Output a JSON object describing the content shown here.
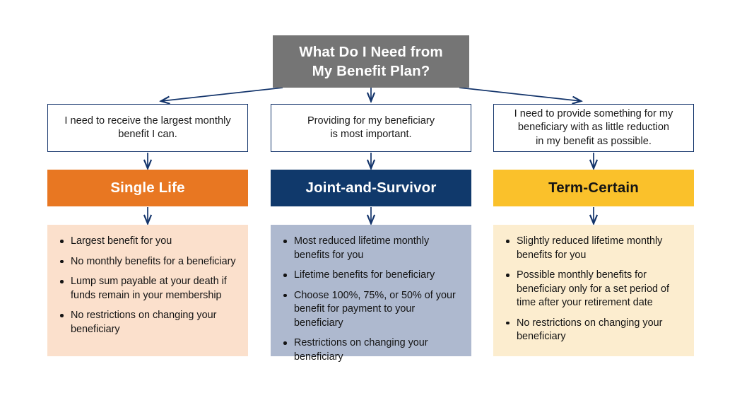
{
  "diagram": {
    "root": {
      "label": "What Do I Need from\nMy Benefit Plan?",
      "bg_color": "#757575",
      "text_color": "#FFFFFF"
    },
    "connector_color": "#13346B",
    "columns": [
      {
        "question": "I need to receive the largest monthly\nbenefit I can.",
        "plan_name": "Single Life",
        "header_color": "#E87722",
        "header_text_color": "#FFFFFF",
        "panel_color": "#FBE0CC",
        "bullets": [
          "Largest benefit for you",
          "No monthly benefits for a beneficiary",
          "Lump sum payable at your death if funds remain in your membership",
          "No restrictions on changing your beneficiary"
        ]
      },
      {
        "question": "Providing for my beneficiary\nis most important.",
        "plan_name": "Joint-and-Survivor",
        "header_color": "#10396B",
        "header_text_color": "#FFFFFF",
        "panel_color": "#AEB9CF",
        "bullets": [
          "Most reduced lifetime monthly benefits for you",
          "Lifetime benefits for beneficiary",
          "Choose 100%, 75%, or 50% of your benefit for payment to your beneficiary",
          "Restrictions on changing your beneficiary"
        ]
      },
      {
        "question": "I need to provide something for my\nbeneficiary with as little reduction\nin my benefit as possible.",
        "plan_name": "Term-Certain",
        "header_color": "#FAC12B",
        "header_text_color": "#141414",
        "panel_color": "#FCEDCF",
        "bullets": [
          "Slightly reduced lifetime monthly benefits for you",
          "Possible monthly benefits for beneficiary only for a set period of time after your retirement date",
          "No restrictions on changing your beneficiary"
        ]
      }
    ]
  }
}
